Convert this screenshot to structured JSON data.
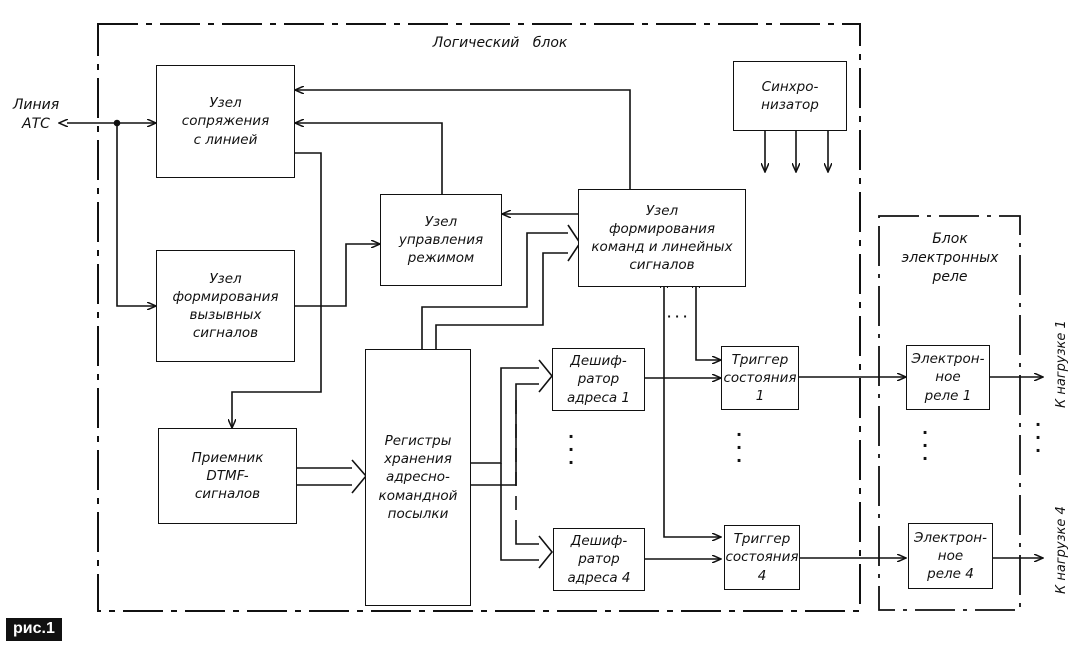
{
  "figure_label": "рис.1",
  "external": {
    "line_label": "Линия\nАТС",
    "load_1": "К нагрузке 1",
    "load_4": "К нагрузке 4"
  },
  "logic_block": {
    "title": "Логический   блок",
    "nodes": {
      "line_interface": "Узел\nсопряжения\nс линией",
      "ring_signal_gen": "Узел\nформирования\nвызывных\nсигналов",
      "dtmf_receiver": "Приемник\nDTMF-\nсигналов",
      "mode_control": "Узел\nуправления\nрежимом",
      "command_gen": "Узел\nформирования\nкоманд и линейных\nсигналов",
      "synchronizer": "Синхро-\nнизатор",
      "registers": "Регистры\nхранения\nадресно-\nкомандной\nпосылки",
      "decoder_1": "Дешиф-\nратор\nадреса 1",
      "decoder_4": "Дешиф-\nратор\nадреса 4",
      "trigger_1": "Триггер\nсостояния\n1",
      "trigger_4": "Триггер\nсостояния\n4"
    },
    "ellipsis": "· · ·"
  },
  "relay_block": {
    "title": "Блок\nэлектронных\nреле",
    "relay_1": "Электрон-\nное\nреле  1",
    "relay_4": "Электрон-\nное\nреле 4"
  },
  "vertical_ellipsis": "·\n·\n·"
}
